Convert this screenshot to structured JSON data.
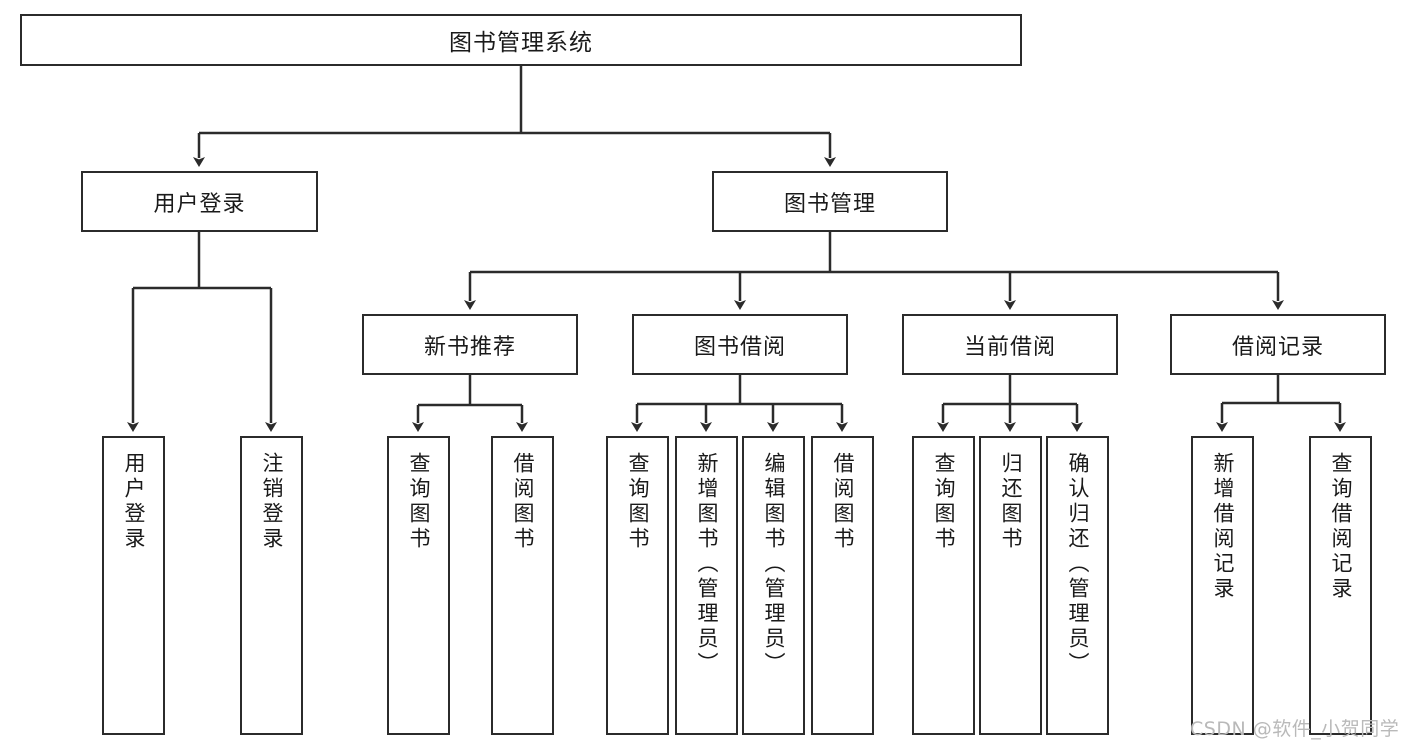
{
  "diagram": {
    "title": "图书管理系统",
    "type": "tree-hierarchy",
    "root": {
      "id": "root",
      "label": "图书管理系统"
    },
    "level2": [
      {
        "id": "user-login",
        "label": "用户登录"
      },
      {
        "id": "book-management",
        "label": "图书管理"
      }
    ],
    "level3": [
      {
        "id": "new-book-recommend",
        "label": "新书推荐",
        "parent": "book-management"
      },
      {
        "id": "book-borrow",
        "label": "图书借阅",
        "parent": "book-management"
      },
      {
        "id": "current-borrow",
        "label": "当前借阅",
        "parent": "book-management"
      },
      {
        "id": "borrow-record",
        "label": "借阅记录",
        "parent": "book-management"
      }
    ],
    "leaves": [
      {
        "id": "leaf-user-login",
        "label": "用户登录",
        "parent": "user-login"
      },
      {
        "id": "leaf-logout-login",
        "label": "注销登录",
        "parent": "user-login"
      },
      {
        "id": "leaf-query-book-1",
        "label": "查询图书",
        "parent": "new-book-recommend"
      },
      {
        "id": "leaf-borrow-book-1",
        "label": "借阅图书",
        "parent": "new-book-recommend"
      },
      {
        "id": "leaf-query-book-2",
        "label": "查询图书",
        "parent": "book-borrow"
      },
      {
        "id": "leaf-add-book",
        "label": "新增图书（管理员）",
        "parent": "book-borrow"
      },
      {
        "id": "leaf-edit-book",
        "label": "编辑图书（管理员）",
        "parent": "book-borrow"
      },
      {
        "id": "leaf-borrow-book-2",
        "label": "借阅图书",
        "parent": "book-borrow"
      },
      {
        "id": "leaf-query-book-3",
        "label": "查询图书",
        "parent": "current-borrow"
      },
      {
        "id": "leaf-return-book",
        "label": "归还图书",
        "parent": "current-borrow"
      },
      {
        "id": "leaf-confirm-return",
        "label": "确认归还（管理员）",
        "parent": "current-borrow"
      },
      {
        "id": "leaf-add-record",
        "label": "新增借阅记录",
        "parent": "borrow-record"
      },
      {
        "id": "leaf-query-record",
        "label": "查询借阅记录",
        "parent": "borrow-record"
      }
    ],
    "watermark": "CSDN @软件_小贺同学",
    "colors": {
      "stroke": "#2b2b2b",
      "fill": "#ffffff",
      "text": "#1a1a1a",
      "watermark": "#b9b9b9"
    }
  }
}
